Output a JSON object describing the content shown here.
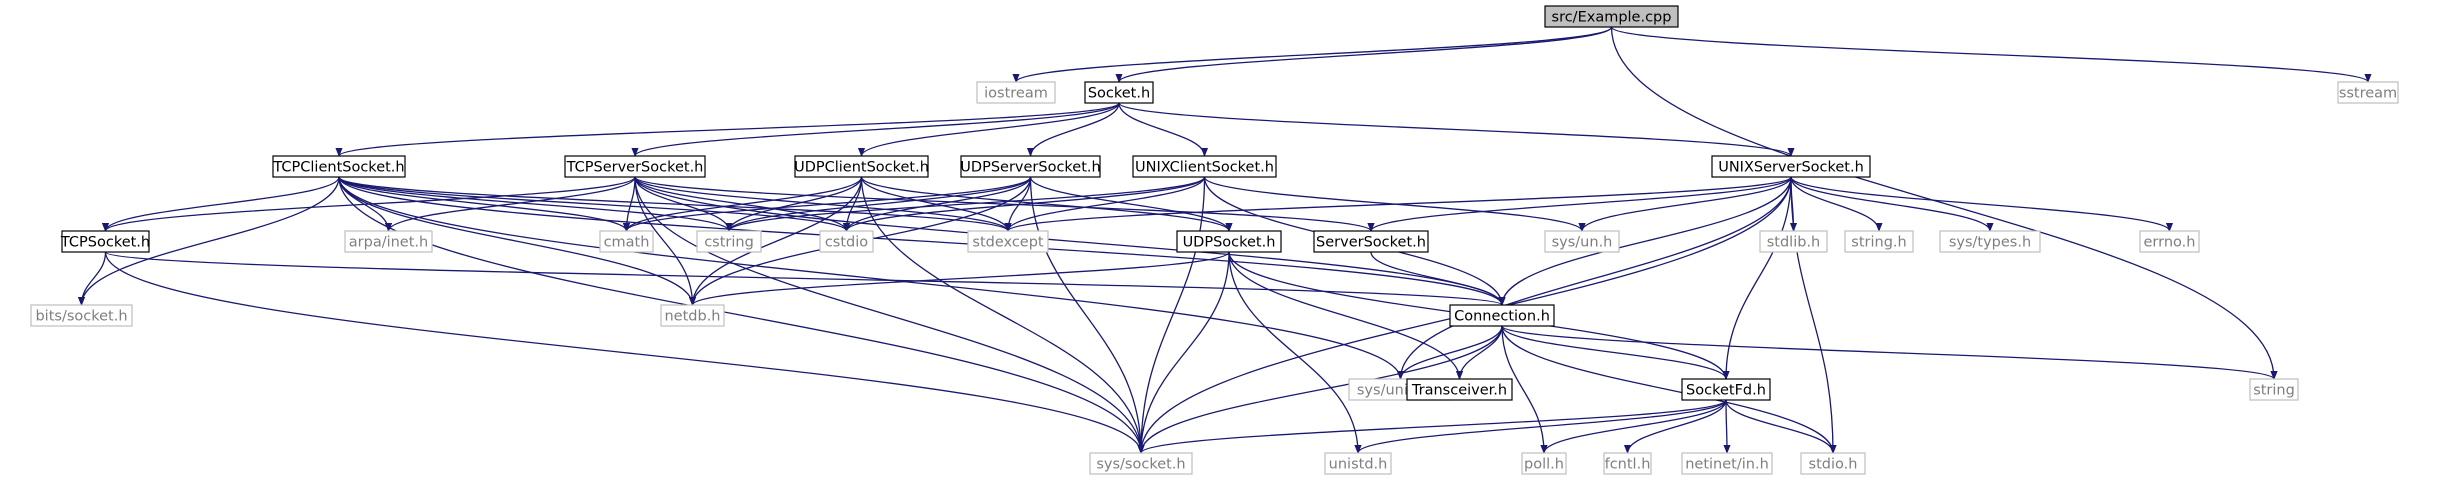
{
  "colors": {
    "edge": "#191970",
    "focus_fill": "#bfbfbf",
    "node_border": "#000000",
    "external_border": "#bfbfbf",
    "text": "#000000",
    "external_text": "#7f7f7f"
  },
  "nodes": {
    "example": {
      "label": "src/Example.cpp",
      "kind": "focus"
    },
    "iostream": {
      "label": "iostream",
      "kind": "external"
    },
    "socket_h": {
      "label": "Socket.h",
      "kind": "internal"
    },
    "sstream": {
      "label": "sstream",
      "kind": "external"
    },
    "string": {
      "label": "string",
      "kind": "external"
    },
    "tcpclient": {
      "label": "TCPClientSocket.h",
      "kind": "internal"
    },
    "tcpserver": {
      "label": "TCPServerSocket.h",
      "kind": "internal"
    },
    "udpclient": {
      "label": "UDPClientSocket.h",
      "kind": "internal"
    },
    "udpserver": {
      "label": "UDPServerSocket.h",
      "kind": "internal"
    },
    "unixclient": {
      "label": "UNIXClientSocket.h",
      "kind": "internal"
    },
    "unixserver": {
      "label": "UNIXServerSocket.h",
      "kind": "internal"
    },
    "tcpsocket": {
      "label": "TCPSocket.h",
      "kind": "internal"
    },
    "arpa": {
      "label": "arpa/inet.h",
      "kind": "external"
    },
    "cmath": {
      "label": "cmath",
      "kind": "external"
    },
    "cstring": {
      "label": "cstring",
      "kind": "external"
    },
    "cstdio": {
      "label": "cstdio",
      "kind": "external"
    },
    "stdexcept": {
      "label": "stdexcept",
      "kind": "external"
    },
    "udpsocket": {
      "label": "UDPSocket.h",
      "kind": "internal"
    },
    "serversocket": {
      "label": "ServerSocket.h",
      "kind": "internal"
    },
    "sysun": {
      "label": "sys/un.h",
      "kind": "external"
    },
    "stdlib": {
      "label": "stdlib.h",
      "kind": "external"
    },
    "stringh": {
      "label": "string.h",
      "kind": "external"
    },
    "systypes": {
      "label": "sys/types.h",
      "kind": "external"
    },
    "errno": {
      "label": "errno.h",
      "kind": "external"
    },
    "bitssocket": {
      "label": "bits/socket.h",
      "kind": "external"
    },
    "netdb": {
      "label": "netdb.h",
      "kind": "external"
    },
    "connection": {
      "label": "Connection.h",
      "kind": "internal"
    },
    "sysunistd": {
      "label": "sys/unistd.h",
      "kind": "external"
    },
    "transceiver": {
      "label": "Transceiver.h",
      "kind": "internal"
    },
    "socketfd": {
      "label": "SocketFd.h",
      "kind": "internal"
    },
    "syssocket": {
      "label": "sys/socket.h",
      "kind": "external"
    },
    "unistd": {
      "label": "unistd.h",
      "kind": "external"
    },
    "poll": {
      "label": "poll.h",
      "kind": "external"
    },
    "fcntl": {
      "label": "fcntl.h",
      "kind": "external"
    },
    "netinet": {
      "label": "netinet/in.h",
      "kind": "external"
    },
    "stdio": {
      "label": "stdio.h",
      "kind": "external"
    }
  },
  "edges": [
    [
      "example",
      "iostream"
    ],
    [
      "example",
      "socket_h"
    ],
    [
      "example",
      "sstream"
    ],
    [
      "example",
      "string"
    ],
    [
      "socket_h",
      "tcpclient"
    ],
    [
      "socket_h",
      "tcpserver"
    ],
    [
      "socket_h",
      "udpclient"
    ],
    [
      "socket_h",
      "udpserver"
    ],
    [
      "socket_h",
      "unixclient"
    ],
    [
      "socket_h",
      "unixserver"
    ],
    [
      "tcpclient",
      "tcpsocket"
    ],
    [
      "tcpclient",
      "arpa"
    ],
    [
      "tcpclient",
      "cmath"
    ],
    [
      "tcpclient",
      "cstring"
    ],
    [
      "tcpclient",
      "cstdio"
    ],
    [
      "tcpclient",
      "stdexcept"
    ],
    [
      "tcpclient",
      "bitssocket"
    ],
    [
      "tcpclient",
      "netdb"
    ],
    [
      "tcpclient",
      "connection"
    ],
    [
      "tcpclient",
      "syssocket"
    ],
    [
      "tcpclient",
      "sysunistd"
    ],
    [
      "tcpserver",
      "tcpsocket"
    ],
    [
      "tcpserver",
      "arpa"
    ],
    [
      "tcpserver",
      "cmath"
    ],
    [
      "tcpserver",
      "cstring"
    ],
    [
      "tcpserver",
      "cstdio"
    ],
    [
      "tcpserver",
      "stdexcept"
    ],
    [
      "tcpserver",
      "serversocket"
    ],
    [
      "tcpserver",
      "netdb"
    ],
    [
      "tcpserver",
      "connection"
    ],
    [
      "tcpserver",
      "syssocket"
    ],
    [
      "udpclient",
      "cmath"
    ],
    [
      "udpclient",
      "cstring"
    ],
    [
      "udpclient",
      "cstdio"
    ],
    [
      "udpclient",
      "stdexcept"
    ],
    [
      "udpclient",
      "udpsocket"
    ],
    [
      "udpclient",
      "netdb"
    ],
    [
      "udpclient",
      "syssocket"
    ],
    [
      "udpserver",
      "cmath"
    ],
    [
      "udpserver",
      "cstring"
    ],
    [
      "udpserver",
      "cstdio"
    ],
    [
      "udpserver",
      "stdexcept"
    ],
    [
      "udpserver",
      "udpsocket"
    ],
    [
      "udpserver",
      "netdb"
    ],
    [
      "udpserver",
      "syssocket"
    ],
    [
      "unixclient",
      "cstring"
    ],
    [
      "unixclient",
      "cstdio"
    ],
    [
      "unixclient",
      "stdexcept"
    ],
    [
      "unixclient",
      "sysun"
    ],
    [
      "unixclient",
      "connection"
    ],
    [
      "unixclient",
      "syssocket"
    ],
    [
      "unixserver",
      "stdexcept"
    ],
    [
      "unixserver",
      "serversocket"
    ],
    [
      "unixserver",
      "sysun"
    ],
    [
      "unixserver",
      "stdlib"
    ],
    [
      "unixserver",
      "stringh"
    ],
    [
      "unixserver",
      "systypes"
    ],
    [
      "unixserver",
      "errno"
    ],
    [
      "unixserver",
      "connection"
    ],
    [
      "unixserver",
      "socketfd"
    ],
    [
      "unixserver",
      "stdio"
    ],
    [
      "unixserver",
      "syssocket"
    ],
    [
      "unixserver",
      "sysunistd"
    ],
    [
      "tcpsocket",
      "bitssocket"
    ],
    [
      "tcpsocket",
      "connection"
    ],
    [
      "tcpsocket",
      "syssocket"
    ],
    [
      "udpsocket",
      "netdb"
    ],
    [
      "udpsocket",
      "transceiver"
    ],
    [
      "udpsocket",
      "socketfd"
    ],
    [
      "udpsocket",
      "syssocket"
    ],
    [
      "udpsocket",
      "unistd"
    ],
    [
      "serversocket",
      "connection"
    ],
    [
      "connection",
      "sysunistd"
    ],
    [
      "connection",
      "transceiver"
    ],
    [
      "connection",
      "socketfd"
    ],
    [
      "connection",
      "poll"
    ],
    [
      "connection",
      "stdio"
    ],
    [
      "connection",
      "string"
    ],
    [
      "connection",
      "syssocket"
    ],
    [
      "socketfd",
      "syssocket"
    ],
    [
      "socketfd",
      "unistd"
    ],
    [
      "socketfd",
      "poll"
    ],
    [
      "socketfd",
      "fcntl"
    ],
    [
      "socketfd",
      "netinet"
    ],
    [
      "socketfd",
      "stdio"
    ]
  ]
}
